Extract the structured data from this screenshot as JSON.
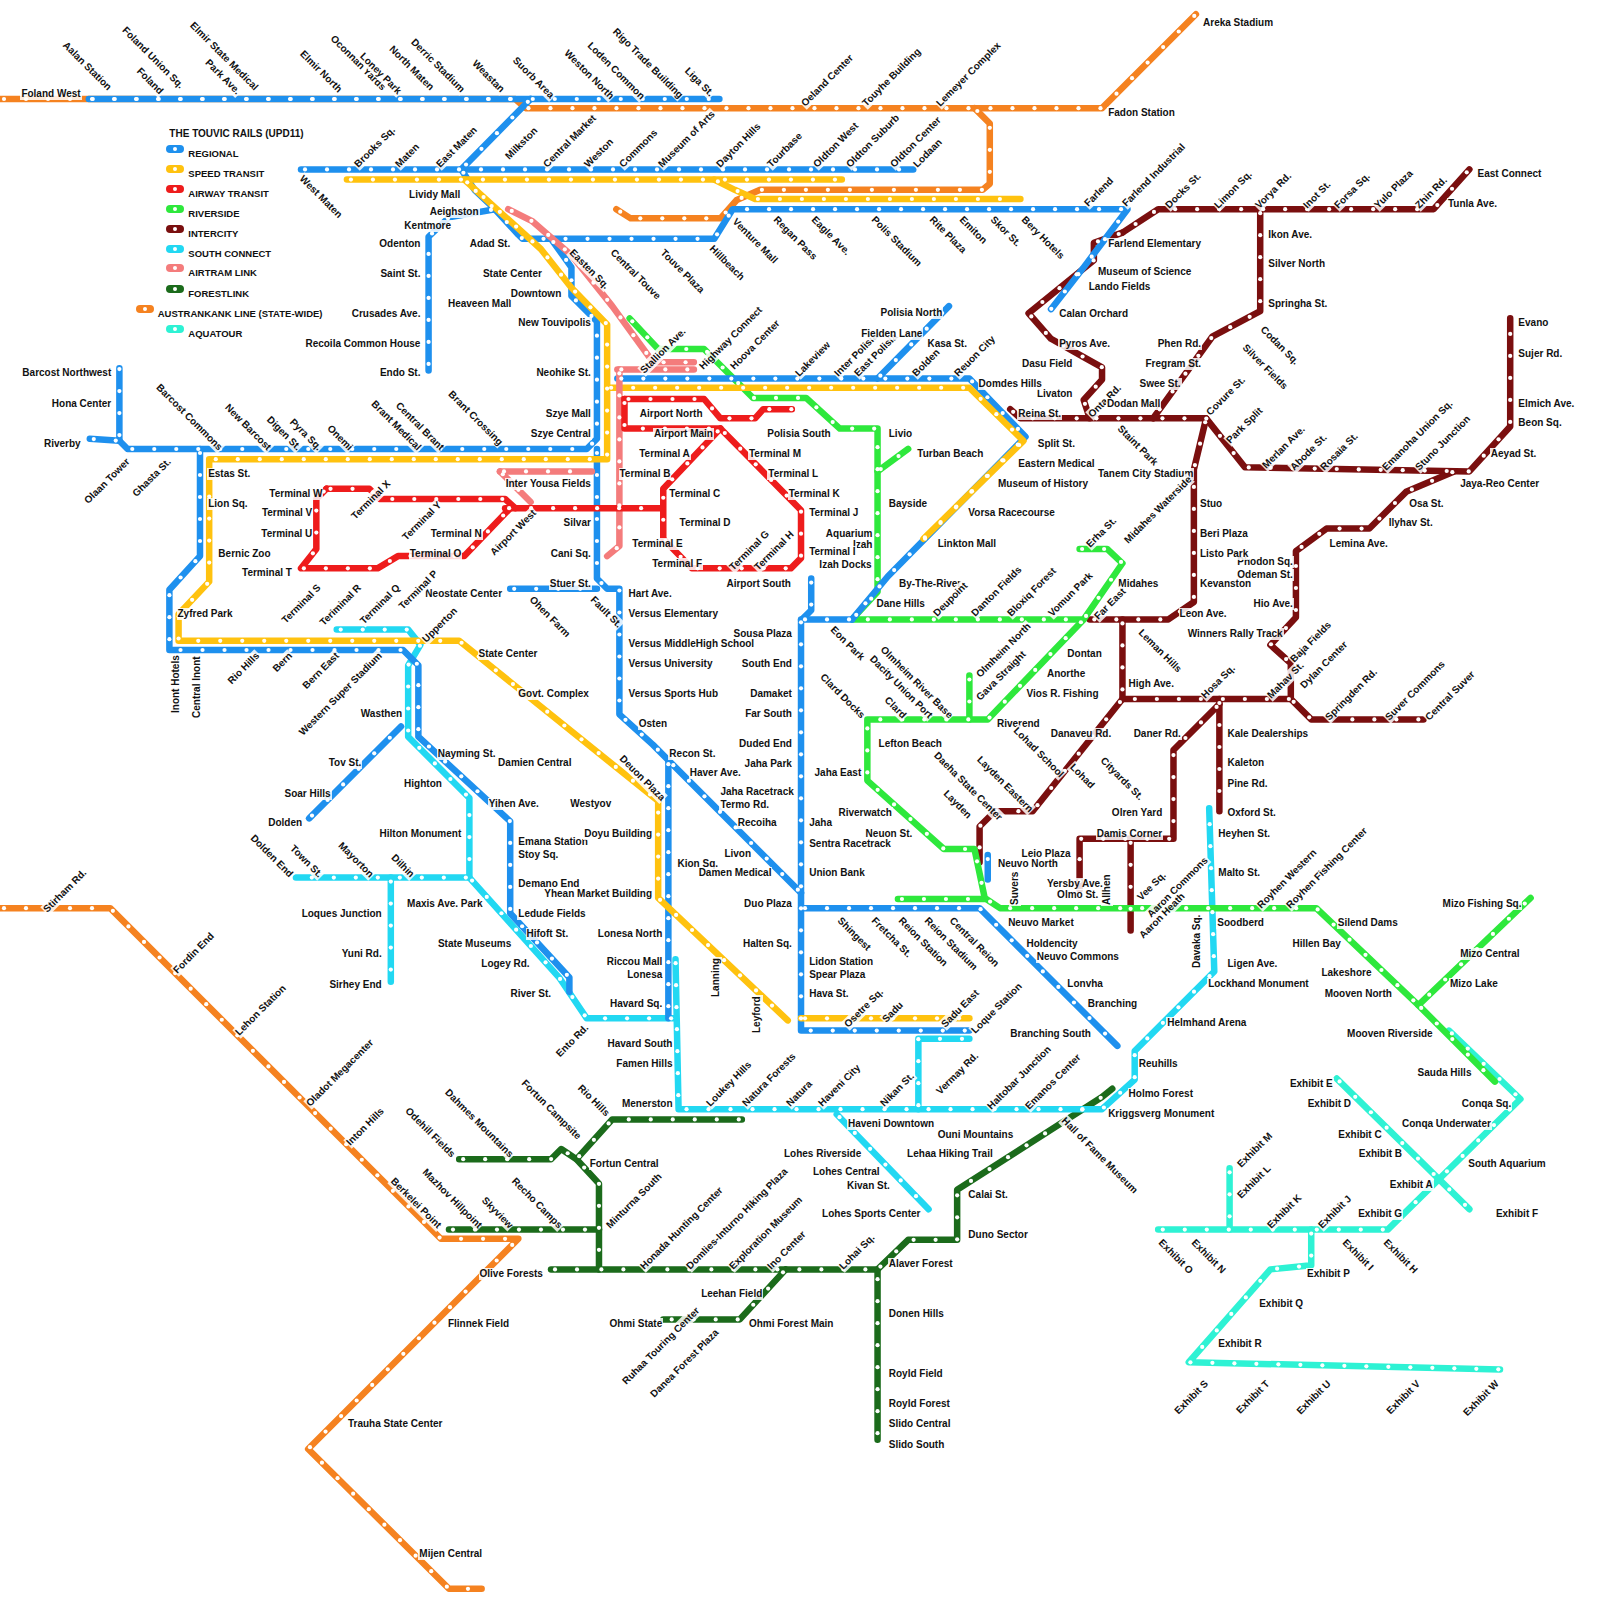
{
  "diagram": {
    "title": "THE TOUVIC RAILS (UPD11)",
    "labels": [
      "Foland West",
      "Aalan Station",
      "Foland Union Sq.",
      "Foland",
      "Elmir State Medical",
      "Park Ave.",
      "Elmir North",
      "Oconnan Yards",
      "Loney Park",
      "North Maten",
      "Derric Stadium",
      "Weastan",
      "Suorb Area",
      "Weston North",
      "Loden Common",
      "Rigo Trade Building",
      "Liga St.",
      "Oeland Center",
      "Touyhe Building",
      "Lemeyer Complex",
      "Fadon Station",
      "Areka Stadium",
      "Brooks Sq.",
      "Maten",
      "East Maten",
      "West Maten",
      "Milkston",
      "Central Market",
      "Weston",
      "Commons",
      "Museum of Arts",
      "Dayton Hills",
      "Tourbase",
      "Oldton West",
      "Oldton Suburb",
      "Oldton Center",
      "Lodaan",
      "Lividy Mall",
      "Aeighston",
      "Kentmore",
      "Odenton",
      "Adad St.",
      "Saint St.",
      "Heaveen Mall",
      "Crusades Ave.",
      "Recoila Common House",
      "Endo St.",
      "State Center",
      "Downtown",
      "Easten Sq.",
      "Central Touve",
      "Touve Plaza",
      "Hillbeach",
      "Venture Mall",
      "Regan Pass",
      "Eagle Ave.",
      "Polis Stadium",
      "Rite Plaza",
      "Emiton",
      "Skor St.",
      "Bery Hotels",
      "Farlend",
      "Farlend Industrial",
      "Farlend Elementary",
      "Museum of Science",
      "Lando Fields",
      "Calan Orchard",
      "Pyros Ave.",
      "Dasu Field",
      "Livaton",
      "Onta Rd.",
      "Reina St.",
      "Staint Park",
      "Tanem City Stadium",
      "East Connect",
      "Tunla Ave.",
      "Docks St.",
      "Limon Sq.",
      "Vorya Rd.",
      "Inot St.",
      "Forsa Sq.",
      "Yulo Plaza",
      "Zhin Rd.",
      "Ikon Ave.",
      "Silver North",
      "Springha St.",
      "Codan Sq.",
      "Silver Fields",
      "Phen Rd.",
      "Fregram St.",
      "Swee St.",
      "Dodan Mall",
      "Covure St.",
      "Park Split",
      "Merlan Ave.",
      "Abode St.",
      "Rosaia St.",
      "Emanoha Union Sq.",
      "Stuno Junction",
      "Evano",
      "Sujer Rd.",
      "Elmich Ave.",
      "Beon Sq.",
      "Aeyad St.",
      "Jaya-Reo Center",
      "Osa St.",
      "Ilyhav St.",
      "Lemina Ave.",
      "Phodon Sq.",
      "Odeman St.",
      "Hio Ave.",
      "Winners Rally Track",
      "Baja Fields",
      "Dylan Center",
      "Mahav St.",
      "Springden Rd.",
      "Suver Commons",
      "Central Suver",
      "Hosa Sq.",
      "Kale Dealerships",
      "Kaleton",
      "Pine Rd.",
      "Oxford St.",
      "Stuo",
      "Beri Plaza",
      "Listo Park",
      "Kevanston",
      "Leon Ave.",
      "Leman Hills",
      "High Ave.",
      "Daner Rd.",
      "Danaveu Rd.",
      "Cityards St.",
      "Olren Yard",
      "Damis Corner",
      "Leio Plaza",
      "Allhen",
      "Vee Sq.",
      "Aaron Commons",
      "Aaron Heath",
      "Lakeview",
      "Inter Polisia",
      "East Polisia",
      "Fielden Lane",
      "Polisia North",
      "Kasa St.",
      "Bolden",
      "Reuon City",
      "Domdes Hills",
      "Split St.",
      "Eastern Medical",
      "Museum of History",
      "Vorsa Racecourse",
      "Linkton Mall",
      "Stallion Ave.",
      "Highway Connect",
      "Hoova Center",
      "Polisia South",
      "Livio",
      "Turban Beach",
      "Bayside",
      "Aquarium",
      "Izah",
      "By-The-River",
      "Dane Hills",
      "Deupoint",
      "Danton Fields",
      "Bloxiq Forest",
      "Vomun Park",
      "Erha St.",
      "Midahes Waterside",
      "Midahes",
      "Far East",
      "Dontan",
      "Anorthe",
      "Vios R. Fishing",
      "Riverend",
      "Olmheim North",
      "Gava Straight",
      "Eon Park",
      "Olmheim River Base",
      "Dacity Union Port",
      "Clard Docks",
      "Clard",
      "Lohad School",
      "Lohad",
      "Daeha State Center",
      "Layden Eastern",
      "Layden",
      "Lefton Beach",
      "Jaha East",
      "Riverwatch",
      "Neuon St.",
      "Neuvo North",
      "Suvers",
      "Yersby Ave.",
      "Olmo St.",
      "Neuvo Market",
      "Holdencity",
      "Neuvo Commons",
      "Lonvha",
      "Branching",
      "Branching South",
      "Soodberd",
      "Royhen Western",
      "Royhen Fishing Center",
      "Silend Dams",
      "Hillen Bay",
      "Lakeshore",
      "Mooven North",
      "Mooven Riverside",
      "Mizo Fishing Sq.",
      "Mizo Central",
      "Mizo Lake",
      "Sauda Hills",
      "Sousa Plaza",
      "South End",
      "Damaket",
      "Far South",
      "Duded End",
      "Jaha Park",
      "Jaha",
      "Sentra Racetrack",
      "Union Bank",
      "Duo Plaza",
      "Halten Sq.",
      "Lidon Station",
      "Spear Plaza",
      "Hava St.",
      "Shingest",
      "Fretcha St.",
      "Reion Station",
      "Reion Stadium",
      "Central Reion",
      "Osetre Sq.",
      "Sadu",
      "Sadu East",
      "Loque Station",
      "Barcost Northwest",
      "Hona Center",
      "Riverby",
      "Olaan Tower",
      "Ghasta St.",
      "Barcost Commons",
      "New Barcost",
      "Digen St.",
      "Pyra Sq.",
      "Onemi",
      "Brant Medical",
      "Central Brant",
      "Brant Crossing",
      "Estas St.",
      "Lion Sq.",
      "Bernic Zoo",
      "Zyfred Park",
      "Inont Hotels",
      "Central Inont",
      "Rio Hills",
      "Bern",
      "Bern East",
      "Western Super Stadium",
      "Upperton",
      "State Center",
      "Govt. Complex",
      "Damien Central",
      "Wasthen",
      "Nayming St.",
      "Tov St.",
      "Soar Hills",
      "Dolden",
      "Highton",
      "Yihen Ave.",
      "Hilton Monument",
      "Emana Station",
      "Stoy Sq.",
      "Demano End",
      "Dolden End",
      "Town St.",
      "Mayorton",
      "Dilhin",
      "Loques Junction",
      "Maxis Ave. Park",
      "Ledude Fields",
      "Yuni Rd.",
      "Sirhey End",
      "Hifoft St.",
      "State Museums",
      "Logey Rd.",
      "River St.",
      "Ento Rd.",
      "New Touvipolis",
      "Neohike St.",
      "Szye Mall",
      "Szye Central",
      "Inter Yousa Fields",
      "Silvar",
      "Cani Sq.",
      "Stuer St.",
      "Neostate Center",
      "Ohen Farm",
      "Fault St.",
      "Hart Ave.",
      "Versus Elementary",
      "Versus MiddleHigh School",
      "Versus University",
      "Versus Sports Hub",
      "Osten",
      "Recon St.",
      "Haver Ave.",
      "Deuon Plaza",
      "Jaha Racetrack",
      "Termo Rd.",
      "Recoiha",
      "Livon",
      "Kion Sq.",
      "Damen Medical",
      "Westyov",
      "Doyu Building",
      "Yhean Market Building",
      "Lonesa North",
      "Riccou Mall",
      "Lonesa",
      "Havard Sq.",
      "Havard South",
      "Famen Hills",
      "Menerston",
      "Lanning",
      "Leyford",
      "Airport North",
      "Airport Main",
      "Terminal A",
      "Terminal M",
      "Terminal B",
      "Terminal L",
      "Terminal C",
      "Terminal K",
      "Terminal D",
      "Terminal J",
      "Terminal E",
      "Terminal F",
      "Terminal G",
      "Terminal H",
      "Terminal I",
      "Izah Docks",
      "Airport South",
      "Terminal W",
      "Terminal V",
      "Terminal U",
      "Terminal T",
      "Terminal X",
      "Terminal Y",
      "Terminal N",
      "Airport West",
      "Terminal O",
      "Terminal S",
      "Teriminal R",
      "Terminal Q",
      "Terminal P",
      "Heyhen St.",
      "Malto St.",
      "Davaka Sq.",
      "Ligen Ave.",
      "Lockhand Monument",
      "Helmhand Arena",
      "Reuhills",
      "Holmo Forest",
      "Kriggsverg Monument",
      "Hall of Fame Museum",
      "Emanos Center",
      "Haltobar Junction",
      "Vermay Rd.",
      "Nikan St.",
      "Haveni City",
      "Natura",
      "Natura Forests",
      "Loukey Hills",
      "Haveni Downtown",
      "Ouni Mountains",
      "Lehaa Hiking Trail",
      "Lohes Riverside",
      "Lohes Central",
      "Kivan St.",
      "Lohes Sports Center",
      "Odehill Fields",
      "Dahmes Mountains",
      "Fortun Campsite",
      "Rio Hills",
      "Fortun Central",
      "Mazhov Hillpoint",
      "Berkelei Point",
      "Skyview",
      "Recho Camps",
      "Minturna South",
      "Honada Hunting Center",
      "Domlies-Inturno Hiking Plaza",
      "Exploration Museum",
      "Ino Center",
      "Lohai Sq.",
      "Olive Forests",
      "Leehan Field",
      "Ohmi State",
      "Ohmi Forest Main",
      "Ruhaa Touring Center",
      "Danea Forest Plaza",
      "Alaver Forest",
      "Donen Hills",
      "Royld Field",
      "Royld Forest",
      "Slido Central",
      "Slido South",
      "Calai St.",
      "Duno Sector",
      "Stirham Rd.",
      "Fordin End",
      "Lehon Station",
      "Oladot Megacenter",
      "Inton Hills",
      "Flinnek Field",
      "Trauha State Center",
      "Mijen Central",
      "Exhibit E",
      "Exhibit D",
      "Exhibit C",
      "Exhibit B",
      "Exhibit A",
      "Exhibit F",
      "South Aquarium",
      "Conqa Sq.",
      "Conqa Underwater",
      "Exhibit G",
      "Exhibit H",
      "Exhibit I",
      "Exhibit J",
      "Exhibit K",
      "Exhibit L",
      "Exhibit M",
      "Exhibit N",
      "Exhibit O",
      "Exhibit P",
      "Exhibit Q",
      "Exhibit R",
      "Exhibit S",
      "Exhibit T",
      "Exhibit U",
      "Exhibit V",
      "Exhibit W"
    ],
    "legend": [
      {
        "text": "REGIONAL",
        "color": "#1E90EE"
      },
      {
        "text": "SPEED TRANSIT",
        "color": "#FFC20F"
      },
      {
        "text": "AIRWAY TRANSIT",
        "color": "#EE1C1C"
      },
      {
        "text": "RIVERSIDE",
        "color": "#2EE83C"
      },
      {
        "text": "INTERCITY",
        "color": "#7A0F0F"
      },
      {
        "text": "SOUTH CONNECT",
        "color": "#22D8F2"
      },
      {
        "text": "AIRTRAM LINK",
        "color": "#F47C7C"
      },
      {
        "text": "FORESTLINK",
        "color": "#1B6B1B"
      },
      {
        "text": "AUSTRANKANK LINE (STATE-WIDE)",
        "color": "#F58220"
      },
      {
        "text": "AQUATOUR",
        "color": "#2EF2D4"
      }
    ]
  }
}
